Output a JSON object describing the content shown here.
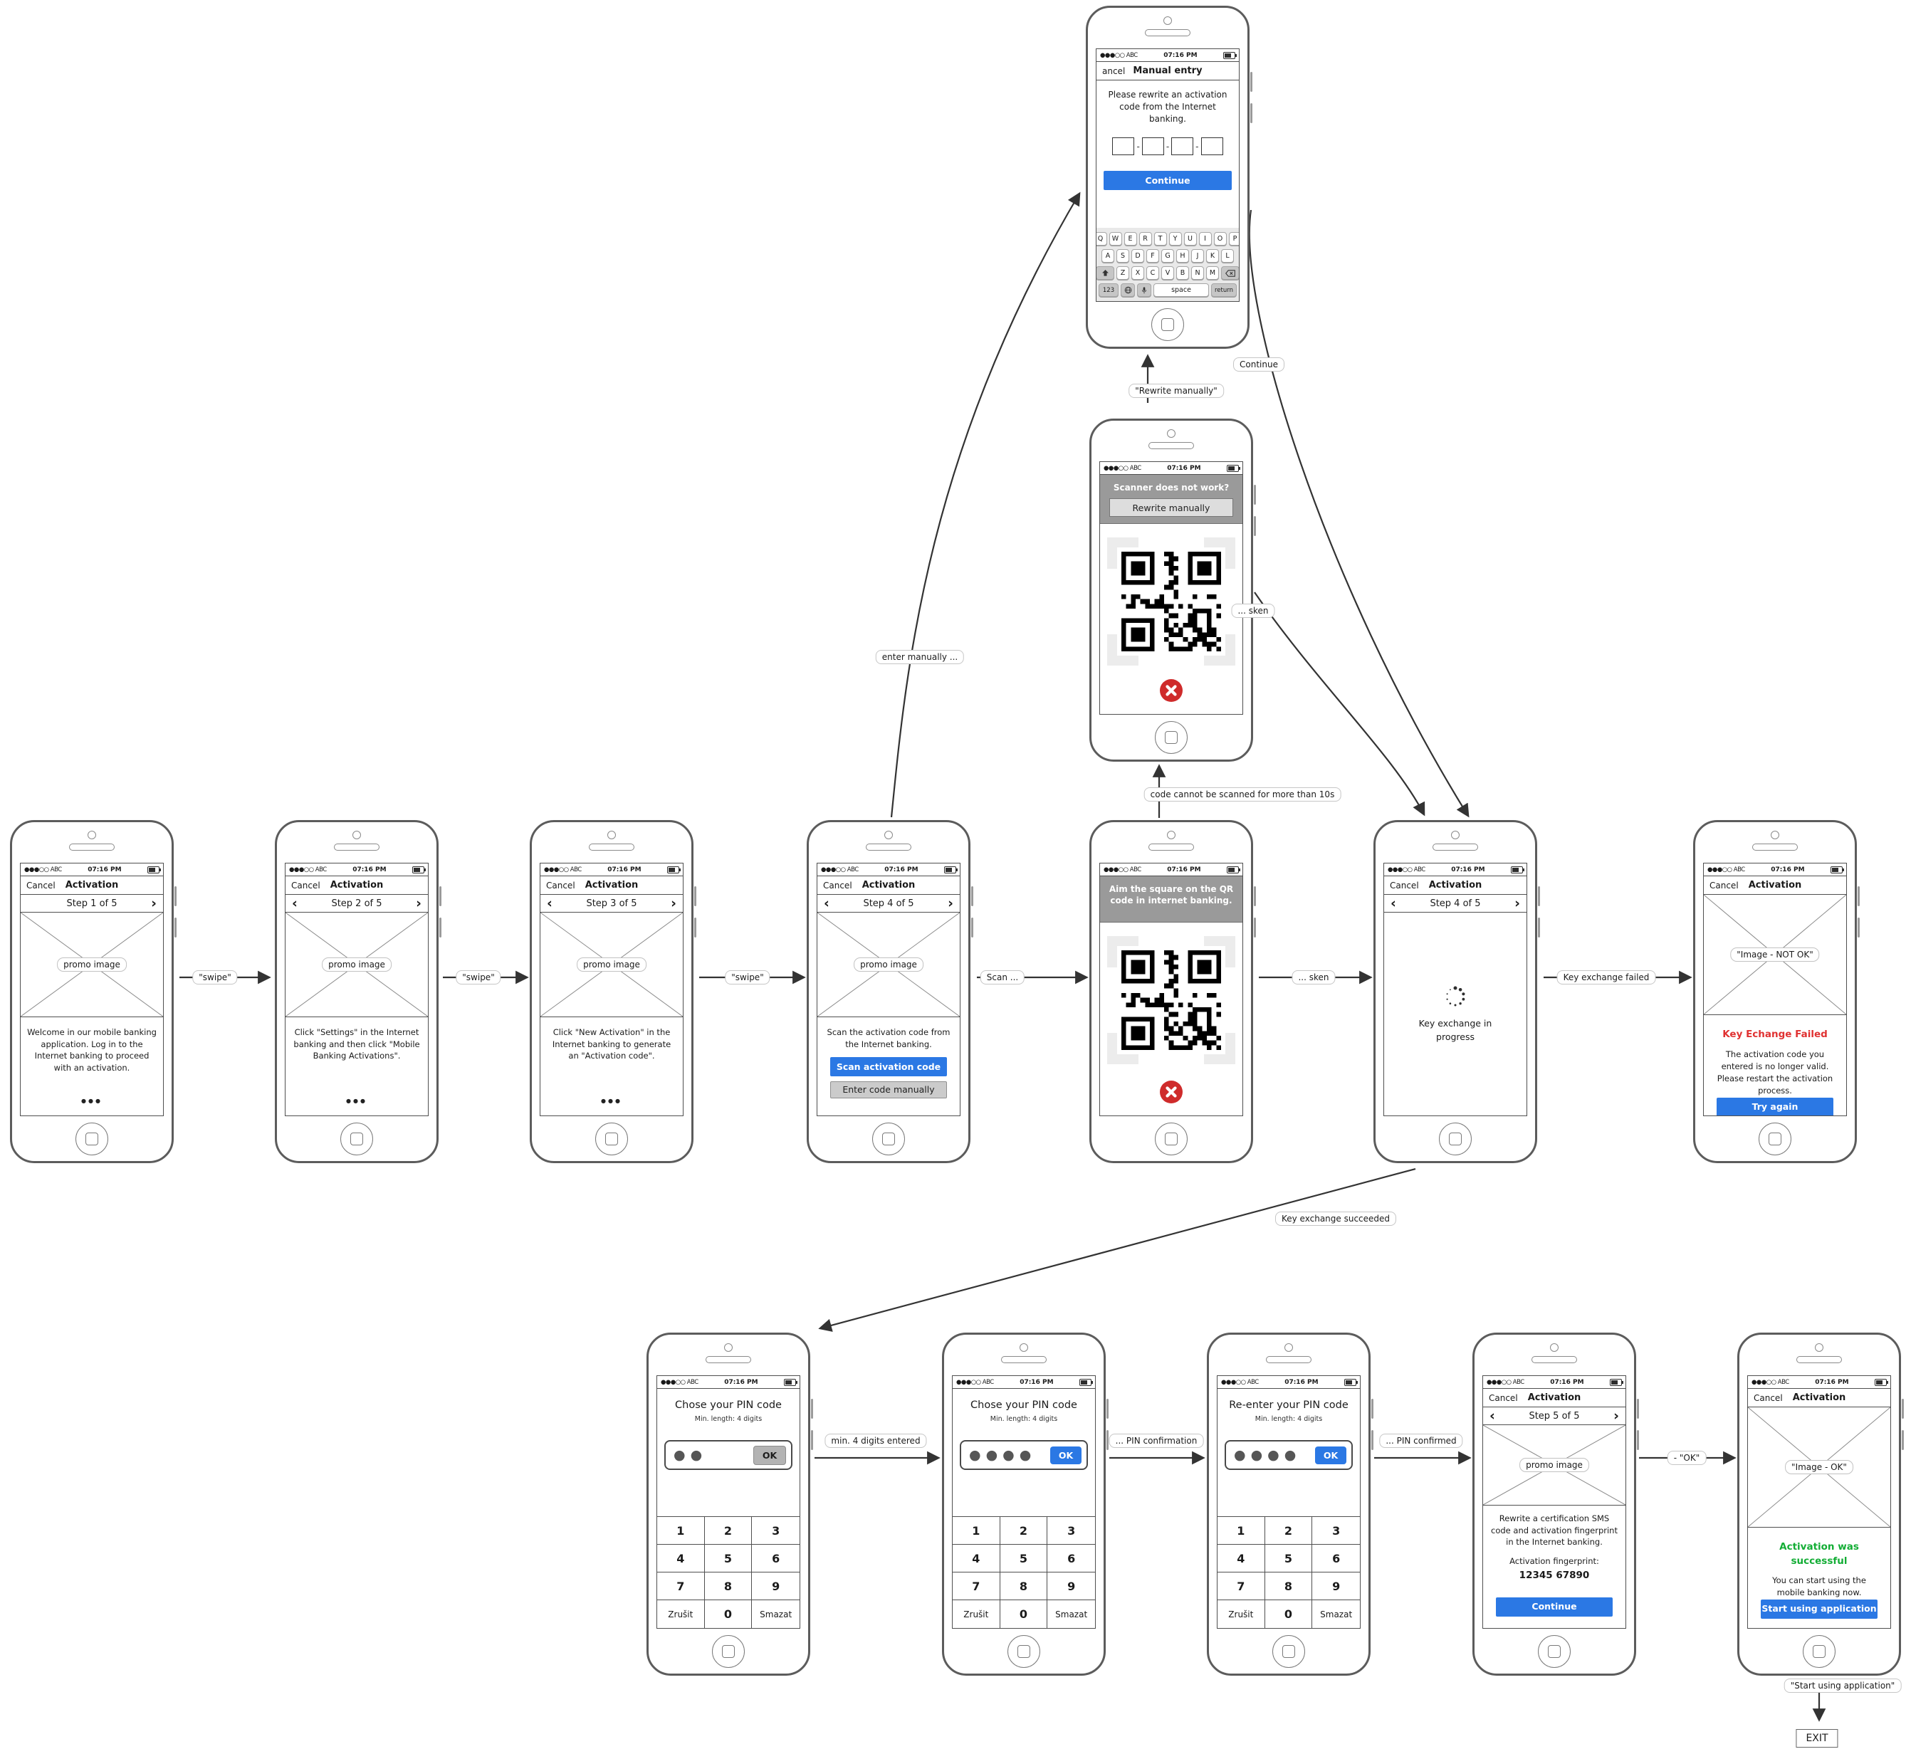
{
  "common": {
    "carrier": "●●●○○ ABC",
    "time": "07:16 PM",
    "cancel": "Cancel",
    "activation": "Activation",
    "promo_image": "promo image",
    "page_dots": "●●●"
  },
  "manual_entry": {
    "cancel": "ancel",
    "title": "Manual entry",
    "body": "Please rewrite an activation code from the Internet banking.",
    "continue_btn": "Continue",
    "keyboard": {
      "row1": [
        "Q",
        "W",
        "E",
        "R",
        "T",
        "Y",
        "U",
        "I",
        "O",
        "P"
      ],
      "row2": [
        "A",
        "S",
        "D",
        "F",
        "G",
        "H",
        "J",
        "K",
        "L"
      ],
      "row3": [
        "Z",
        "X",
        "C",
        "V",
        "B",
        "N",
        "M"
      ],
      "num": "123",
      "space": "space",
      "return_key": "return"
    }
  },
  "scanner_help": {
    "header": "Scanner does not work?",
    "rewrite_btn": "Rewrite manually"
  },
  "steps": {
    "step1": {
      "label": "Step 1 of 5",
      "text": "Welcome in our mobile banking application. Log in to the Internet banking to proceed with an activation."
    },
    "step2": {
      "label": "Step 2 of 5",
      "text": "Click \"Settings\" in the Internet banking and then click \"Mobile Banking Activations\"."
    },
    "step3": {
      "label": "Step 3 of 5",
      "text": "Click \"New Activation\" in the Internet banking to generate an \"Activation code\"."
    },
    "step4": {
      "label": "Step 4 of 5",
      "text": "Scan the activation code from the Internet banking.",
      "scan_btn": "Scan activation code",
      "manual_btn": "Enter code manually"
    },
    "step5": {
      "label": "Step 5 of 5",
      "text": "Rewrite a certification SMS code and activation fingerprint in the Internet banking.",
      "fingerprint_label": "Activation fingerprint:",
      "fingerprint": "12345 67890",
      "continue_btn": "Continue"
    }
  },
  "qr_scan": {
    "header": "Aim the square on the QR code in internet banking."
  },
  "key_exchange": {
    "label": "Step 4 of 5",
    "text": "Key exchange in progress"
  },
  "key_failed": {
    "image_label": "\"Image - NOT OK\"",
    "title": "Key Echange Failed",
    "text": "The activation code you entered is no longer valid. Please restart the activation process.",
    "try_again_btn": "Try again"
  },
  "pin": {
    "choose_title": "Chose your PIN code",
    "reenter_title": "Re-enter your PIN code",
    "subtitle": "Min. length: 4 digits",
    "ok": "OK",
    "dots2": "●●",
    "dots4": "●●●●",
    "keys": [
      "1",
      "2",
      "3",
      "4",
      "5",
      "6",
      "7",
      "8",
      "9"
    ],
    "cancel_key": "Zrušit",
    "zero_key": "0",
    "delete_key": "Smazat"
  },
  "success": {
    "image_label": "\"Image - OK\"",
    "title": "Activation was successful",
    "text": "You can start using the mobile banking now.",
    "start_btn": "Start using application"
  },
  "arrows": {
    "swipe": "\"swipe\"",
    "scan": "Scan ...",
    "sken": "... sken",
    "key_exchange_failed": "Key exchange failed",
    "enter_manually": "enter manually ...",
    "rewrite_manually": "\"Rewrite manually\"",
    "continue_label": "Continue",
    "sken2": "... sken",
    "cannot_scan": "code cannot be scanned for more than 10s",
    "key_exchange_succeeded": "Key exchange succeeded",
    "min_digits": "min. 4 digits entered",
    "pin_confirmation": "... PIN confirmation",
    "pin_confirmed": "... PIN confirmed",
    "ok": "- \"OK\"",
    "start_using": "\"Start using application\"",
    "exit": "EXIT"
  },
  "colors": {
    "accent_blue": "#2b78e4",
    "error_red": "#e03131",
    "success_green": "#13ad35",
    "header_gray": "#9a9a9a",
    "close_red": "#cf2b2b"
  }
}
